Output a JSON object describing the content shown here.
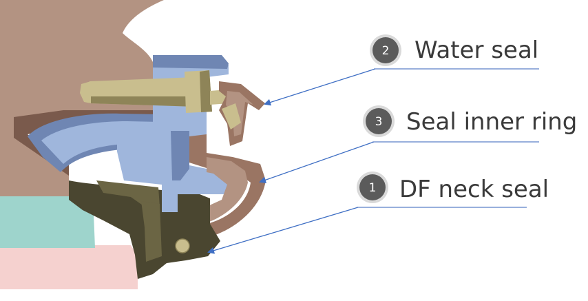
{
  "colors": {
    "background": "#ffffff",
    "housing": "#b39382",
    "housing_dark": "#7a5a4c",
    "blue_part": "#9fb6dc",
    "blue_dark": "#6f86b3",
    "brass": "#c9be8e",
    "brass_dark": "#8e8458",
    "dark_olive": "#4a4630",
    "olive_mid": "#6b6544",
    "teal": "#9ed4cc",
    "pink": "#f5d1cf",
    "brown_seal": "#9a7563",
    "leader_line": "#3f6fc4",
    "underline": "#5b7fc6",
    "badge_fill": "#5b5b5b",
    "badge_ring": "#d9d9d9",
    "label_text": "#3a3a3a"
  },
  "callouts": [
    {
      "number": "2",
      "label": "Water seal"
    },
    {
      "number": "3",
      "label": "Seal inner ring"
    },
    {
      "number": "1",
      "label": "DF neck seal"
    }
  ]
}
